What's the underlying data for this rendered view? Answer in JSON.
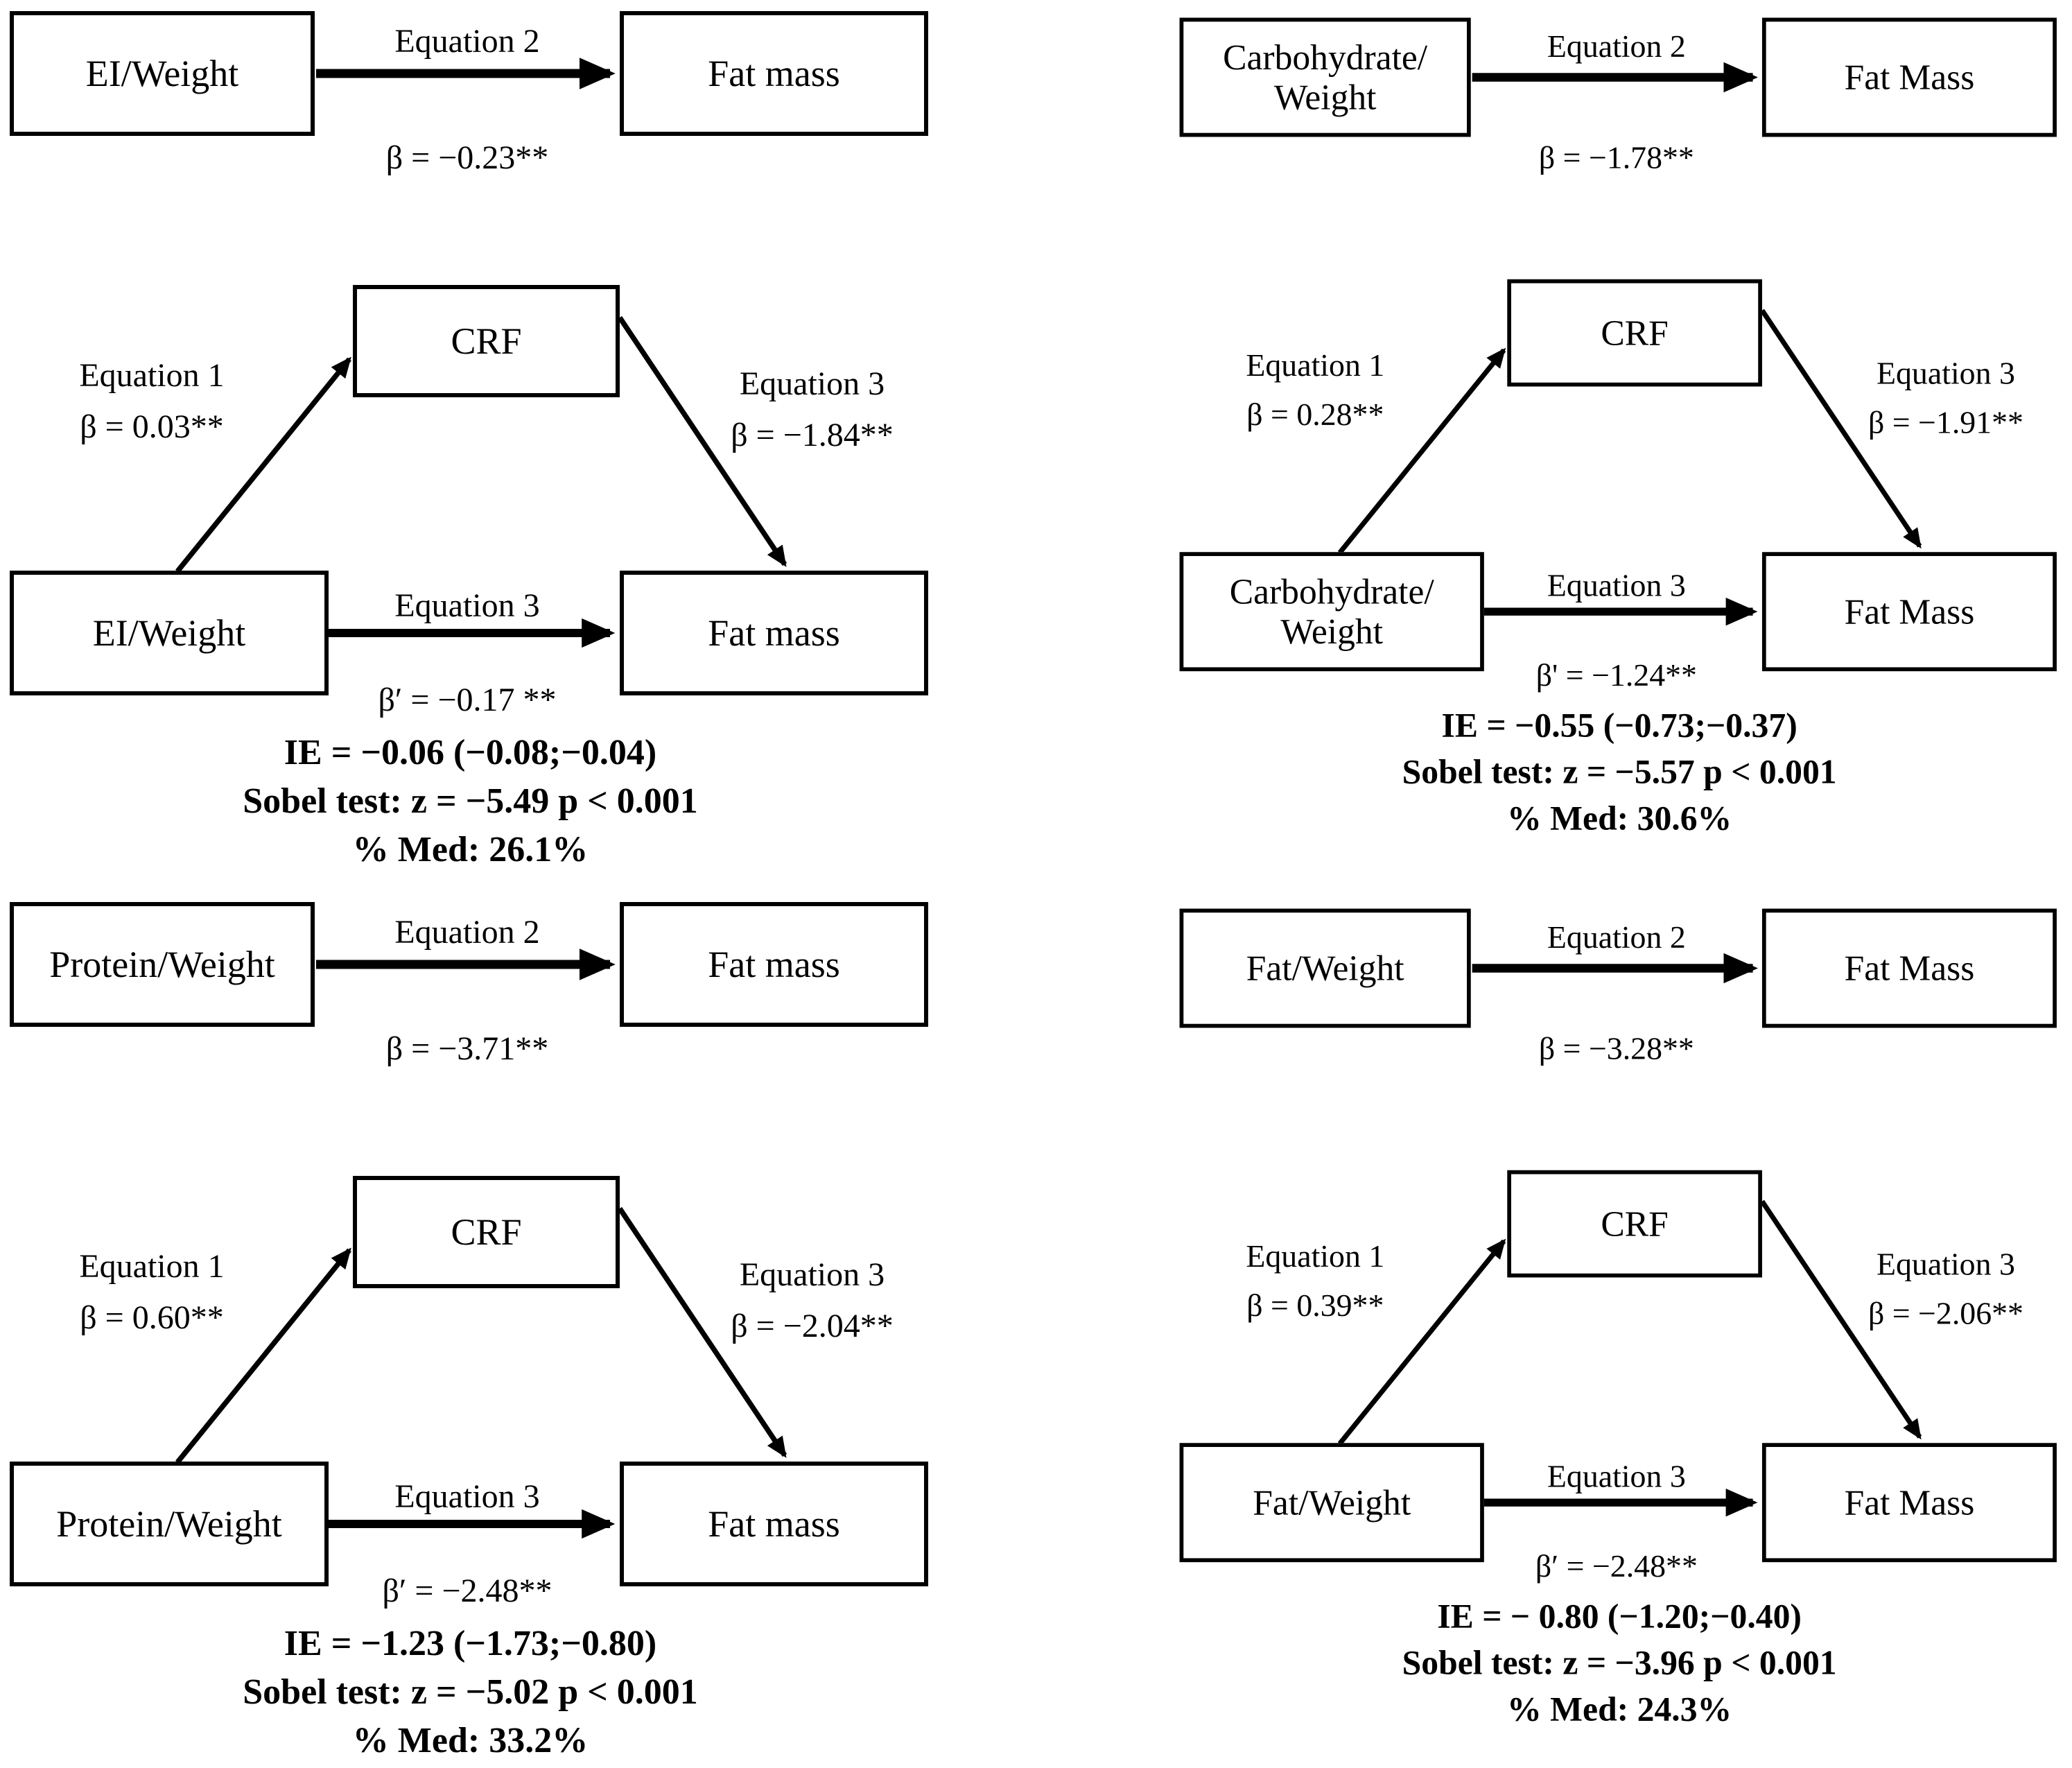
{
  "colors": {
    "background": "#ffffff",
    "line": "#000000",
    "text": "#000000"
  },
  "panels": [
    {
      "simple": {
        "x_label": "EI/Weight",
        "arrow_label": "Equation 2",
        "beta": "β = −0.23**",
        "y_label": "Fat mass"
      },
      "mediation": {
        "mediator_label": "CRF",
        "x_label": "EI/Weight",
        "y_label": "Fat mass",
        "path_a_title": "Equation 1",
        "path_a_beta": "β = 0.03**",
        "path_b_title": "Equation 3",
        "path_b_beta": "β = −1.84**",
        "direct_title": "Equation 3",
        "direct_beta": "β′ = −0.17 **"
      },
      "summary": {
        "indirect_effect": "IE = −0.06 (−0.08;−0.04)",
        "sobel": "Sobel test: z = −5.49 p < 0.001",
        "percent_mediated": "% Med: 26.1%"
      }
    },
    {
      "simple": {
        "x_label": "Carbohydrate/\nWeight",
        "arrow_label": "Equation 2",
        "beta": "β = −1.78**",
        "y_label": "Fat Mass"
      },
      "mediation": {
        "mediator_label": "CRF",
        "x_label": "Carbohydrate/\nWeight",
        "y_label": "Fat Mass",
        "path_a_title": "Equation 1",
        "path_a_beta": "β = 0.28**",
        "path_b_title": "Equation 3",
        "path_b_beta": "β = −1.91**",
        "direct_title": "Equation 3",
        "direct_beta": "β' = −1.24**"
      },
      "summary": {
        "indirect_effect": "IE = −0.55 (−0.73;−0.37)",
        "sobel": "Sobel test: z = −5.57 p < 0.001",
        "percent_mediated": "% Med: 30.6%"
      }
    },
    {
      "simple": {
        "x_label": "Protein/Weight",
        "arrow_label": "Equation 2",
        "beta": "β = −3.71**",
        "y_label": "Fat mass"
      },
      "mediation": {
        "mediator_label": "CRF",
        "x_label": "Protein/Weight",
        "y_label": "Fat mass",
        "path_a_title": "Equation 1",
        "path_a_beta": "β = 0.60**",
        "path_b_title": "Equation 3",
        "path_b_beta": "β = −2.04**",
        "direct_title": "Equation 3",
        "direct_beta": "β′ = −2.48**"
      },
      "summary": {
        "indirect_effect": "IE = −1.23 (−1.73;−0.80)",
        "sobel": "Sobel test: z = −5.02 p < 0.001",
        "percent_mediated": "% Med: 33.2%"
      }
    },
    {
      "simple": {
        "x_label": "Fat/Weight",
        "arrow_label": "Equation 2",
        "beta": "β = −3.28**",
        "y_label": "Fat Mass"
      },
      "mediation": {
        "mediator_label": "CRF",
        "x_label": "Fat/Weight",
        "y_label": "Fat Mass",
        "path_a_title": "Equation 1",
        "path_a_beta": "β = 0.39**",
        "path_b_title": "Equation 3",
        "path_b_beta": "β = −2.06**",
        "direct_title": "Equation 3",
        "direct_beta": "β′ = −2.48**"
      },
      "summary": {
        "indirect_effect": "IE = − 0.80 (−1.20;−0.40)",
        "sobel": "Sobel test: z = −3.96 p < 0.001",
        "percent_mediated": "% Med: 24.3%"
      }
    }
  ]
}
